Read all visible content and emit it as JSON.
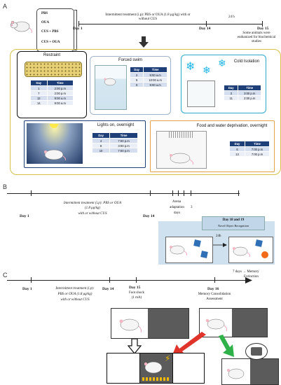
{
  "panels": {
    "a": "A",
    "b": "B",
    "c": "C"
  },
  "panel_a": {
    "groups": [
      "PBS",
      "OUA",
      "CUS + PBS",
      "CUS + OUA"
    ],
    "day1": "Day 1",
    "treatment": "Intermittent treatment (i.p): PBS or OUA (1.8 μg/kg) with or without CUS",
    "day14": "Day 14",
    "gap": "24 h",
    "day15": "Day 15",
    "day15_note": "Some animals were euthanized for biochemical studies",
    "table_head": [
      "Day",
      "Time"
    ],
    "restraint": {
      "title": "Restraint",
      "rows": [
        [
          "1",
          "2:00 p.m"
        ],
        [
          "7",
          "2:00 p.m"
        ],
        [
          "12",
          "9:00 a.m"
        ],
        [
          "14",
          "9:00 a.m"
        ]
      ]
    },
    "forced_swim": {
      "title": "Forced swim",
      "rows": [
        [
          "2",
          "9:00 a.m"
        ],
        [
          "5",
          "10:00 a.m"
        ],
        [
          "9",
          "9:00 a.m"
        ]
      ]
    },
    "cold": {
      "title": "Cold Isolation",
      "rows": [
        [
          "3",
          "3:00 p.m"
        ],
        [
          "11",
          "2:00 p.m"
        ]
      ]
    },
    "lights": {
      "title": "Lights on, overnight",
      "rows": [
        [
          "4",
          "7:00 p.m"
        ],
        [
          "8",
          "3:00 p.m"
        ],
        [
          "10",
          "7:00 p.m"
        ]
      ]
    },
    "food": {
      "title": "Food and water deprivation, overnight",
      "rows": [
        [
          "6",
          "7:00 p.m"
        ],
        [
          "13",
          "7:00 p.m"
        ]
      ]
    }
  },
  "panel_b": {
    "day1": "Day 1",
    "treatment_l1": "Intermittent treatment (i.p): PBS or OUA",
    "treatment_l2": "(1.8 μg/kg)",
    "treatment_l3": "with or without CUS",
    "day14": "Day 14",
    "arena_l1": "Arena",
    "arena_l2": "adaptation",
    "arena_l3": "3",
    "arena_l4": "days",
    "day1819": "Day 18 and 19",
    "nor": "Novel Object Recognition",
    "gap": "24h"
  },
  "panel_c": {
    "day1": "Day 1",
    "treatment_l1": "Intermittent treatment (i.p):",
    "treatment_l2": "PBS or OUA (1.8 μg/kg)",
    "treatment_l3": "with or without CUS",
    "day14": "Day 14",
    "day15": "Day 15",
    "shock_l1": "Foot shock",
    "shock_l2": "(1 mA)",
    "day16": "Day 16",
    "mem_l1": "Memory Consolidation",
    "mem_l2": "Assessment",
    "ext_l1": "7 days → Memory",
    "ext_l2": "Extinction"
  },
  "colors": {
    "frame_gold": "#d8c04a",
    "table_head": "#1f3f78",
    "table_cell": "#d4deef",
    "cold_frame": "#2aa7c9",
    "arrow_red": "#e0342a",
    "arrow_green": "#2fb14a",
    "shock_yellow": "#f2b900",
    "object_blue": "#2f6fb5",
    "object_orange": "#f06a1a"
  }
}
